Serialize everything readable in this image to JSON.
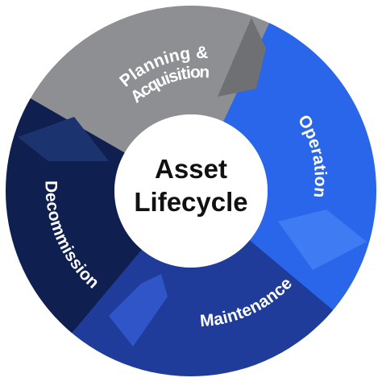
{
  "center": {
    "line1": "Asset",
    "line2": "Lifecycle"
  },
  "segments": [
    {
      "label_lines": [
        "Planning &",
        "Acquisition"
      ],
      "color": "#8d8f92",
      "accent": "#6e7073"
    },
    {
      "label_lines": [
        "Operation"
      ],
      "color": "#2a66ea",
      "accent": "#3f7bf3"
    },
    {
      "label_lines": [
        "Maintenance"
      ],
      "color": "#1f3c9a",
      "accent": "#2f55c9"
    },
    {
      "label_lines": [
        "Decommission"
      ],
      "color": "#0f1f4f",
      "accent": "#1b3470"
    }
  ]
}
